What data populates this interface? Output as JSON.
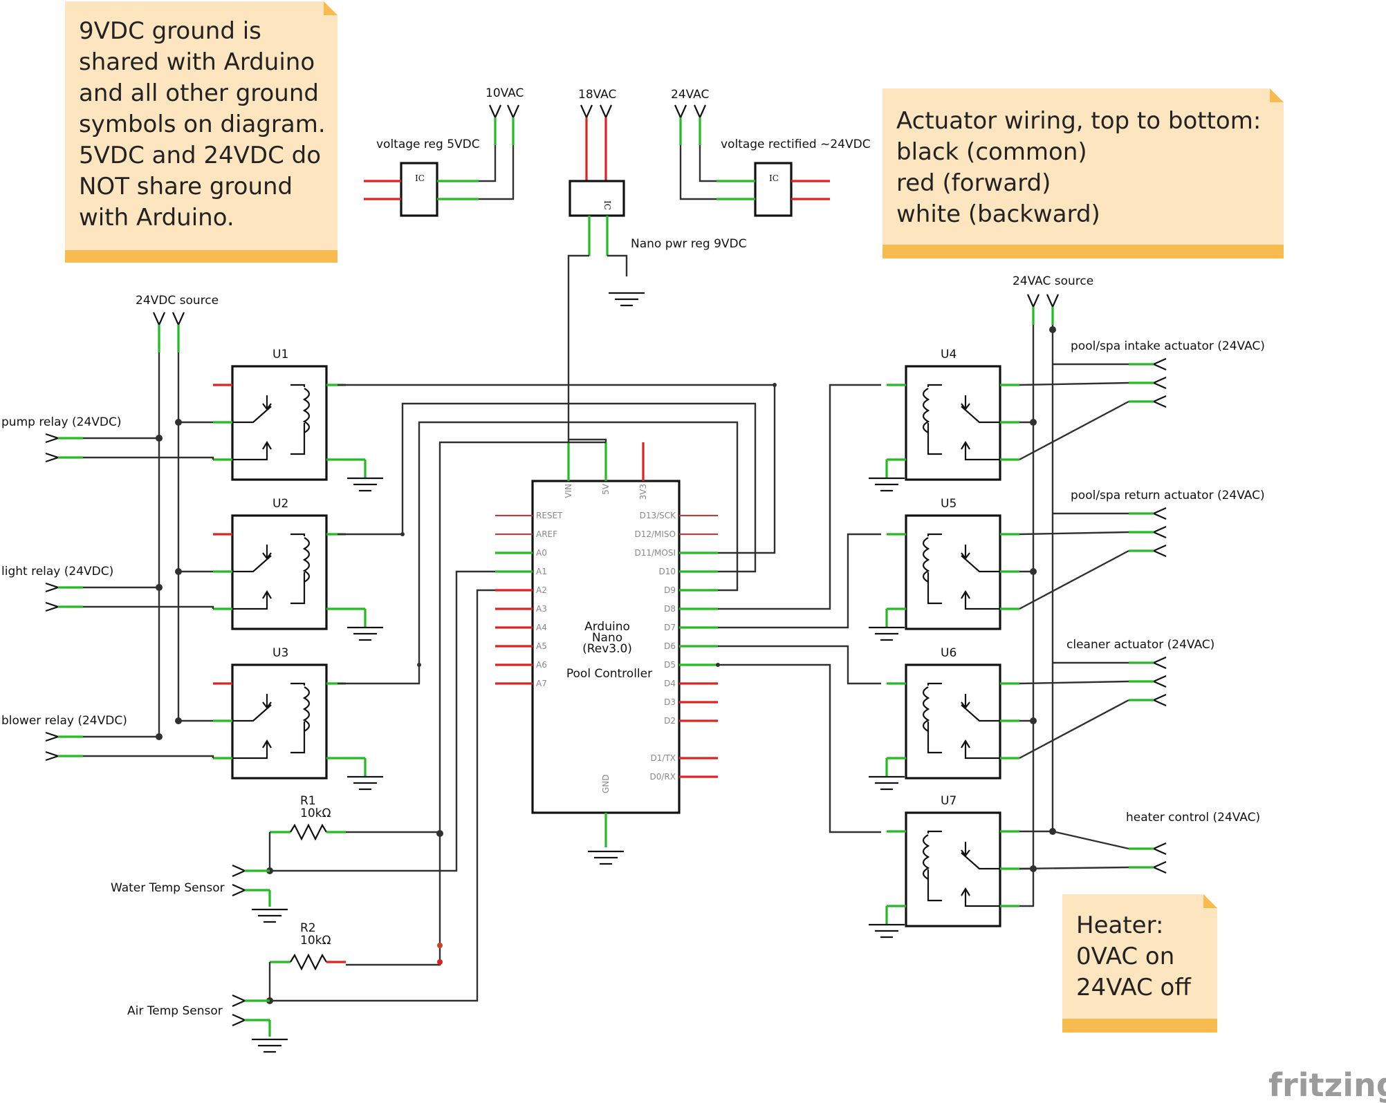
{
  "notes": {
    "ground_note": [
      "9VDC ground is",
      "shared with Arduino",
      "and all other ground",
      "symbols on diagram.",
      "5VDC and 24VDC do",
      "NOT share ground",
      "with Arduino."
    ],
    "actuator_note": [
      "Actuator wiring, top to bottom:",
      "black (common)",
      "red (forward)",
      "white (backward)"
    ],
    "heater_note": [
      "Heater:",
      "0VAC on",
      "24VAC off"
    ]
  },
  "power": {
    "vac10": "10VAC",
    "vac18": "18VAC",
    "vac24": "24VAC",
    "vreg5": "voltage reg 5VDC",
    "vrect24": "voltage rectified ~24VDC",
    "nano_reg": "Nano pwr reg 9VDC",
    "ic": "IC",
    "src_24vdc": "24VDC source",
    "src_24vac": "24VAC source"
  },
  "relays_left": [
    {
      "ref": "U1",
      "load": "pump relay (24VDC)"
    },
    {
      "ref": "U2",
      "load": "light relay (24VDC)"
    },
    {
      "ref": "U3",
      "load": "blower relay (24VDC)"
    }
  ],
  "relays_right": [
    {
      "ref": "U4",
      "load": "pool/spa intake actuator (24VAC)"
    },
    {
      "ref": "U5",
      "load": "pool/spa return actuator (24VAC)"
    },
    {
      "ref": "U6",
      "load": "cleaner actuator (24VAC)"
    },
    {
      "ref": "U7",
      "load": "heater control (24VAC)"
    }
  ],
  "arduino": {
    "name_lines": [
      "Arduino",
      "Nano",
      "(Rev3.0)"
    ],
    "title": "Pool Controller",
    "top_pins": [
      "VIN",
      "5V",
      "3V3"
    ],
    "left_pins": [
      "RESET",
      "AREF",
      "A0",
      "A1",
      "A2",
      "A3",
      "A4",
      "A5",
      "A6",
      "A7"
    ],
    "right_pins": [
      "D13/SCK",
      "D12/MISO",
      "D11/MOSI",
      "D10",
      "D9",
      "D8",
      "D7",
      "D6",
      "D5",
      "D4",
      "D3",
      "D2",
      "D1/TX",
      "D0/RX"
    ],
    "bottom_pin": "GND"
  },
  "resistors": [
    {
      "ref": "R1",
      "value": "10kΩ"
    },
    {
      "ref": "R2",
      "value": "10kΩ"
    }
  ],
  "sensors": [
    "Water Temp Sensor",
    "Air Temp Sensor"
  ],
  "watermark": "fritzing",
  "colors": {
    "wire": "#303030",
    "connected_pin": "#22bb22",
    "unconnected_pin": "#dd2222",
    "note_fill": "#fde6bf",
    "note_bar": "#f8bb50"
  }
}
